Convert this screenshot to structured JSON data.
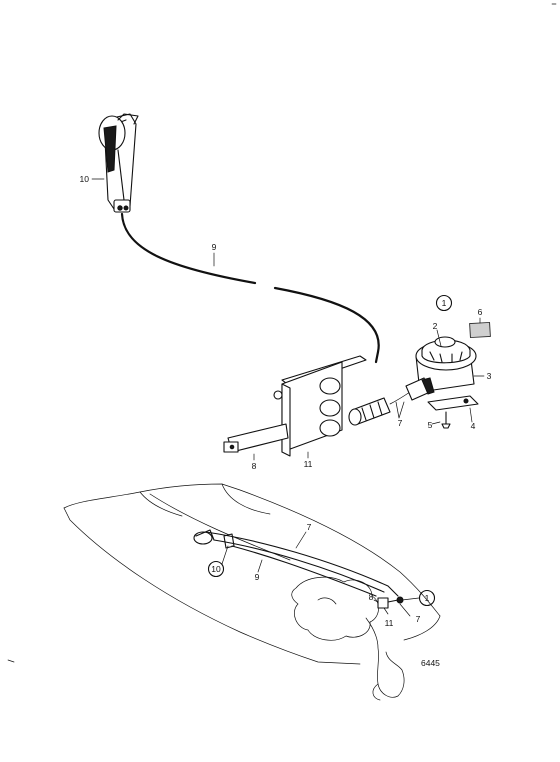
{
  "callouts": {
    "c1": "1",
    "c2": "2",
    "c3": "3",
    "c4": "4",
    "c5": "5",
    "c6": "6",
    "c7": "7",
    "c8": "8",
    "c9": "9",
    "c10": "10",
    "c11": "11",
    "b7": "7",
    "b8": "8",
    "b9": "9",
    "b10": "10",
    "b11": "11",
    "b7b": "7",
    "b1": "1"
  },
  "figure_number": "6445"
}
